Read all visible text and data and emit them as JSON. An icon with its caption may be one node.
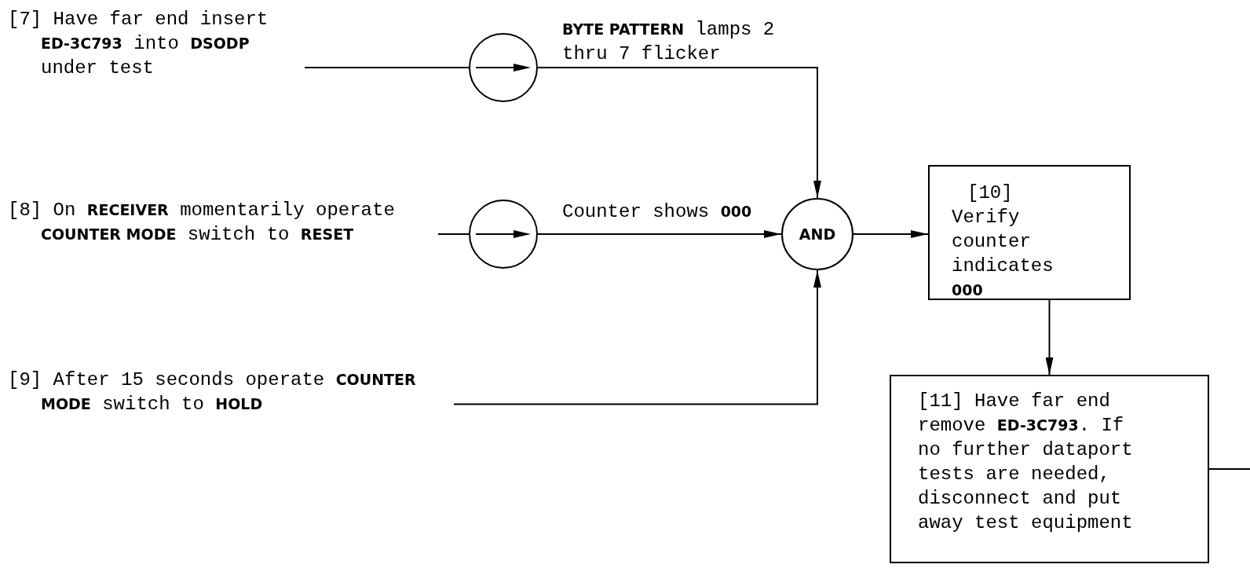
{
  "diagram": {
    "nodes": [
      {
        "text": [
          "[7] Have far end insert **ED-3C793** into **DSODP** under test"
        ]
      },
      {
        "text": [],
        "shape": "circle"
      },
      {
        "text": [
          "[8] On **RECEIVER** momentarily operate **COUNTER MODE** switch to **RESET**"
        ]
      },
      {
        "text": [],
        "shape": "circle"
      },
      {
        "text": [
          "[9] After 15 seconds operate **COUNTER MODE** switch to **HOLD**"
        ]
      },
      {
        "text": [
          "AND"
        ]
      },
      {
        "text": [
          "[10] Verify counter indicates **000**"
        ]
      },
      {
        "text": [
          "[11] Have far end remove **ED-3C793**. If no further dataport tests are needed, disconnect and put away test equipment"
        ]
      }
    ],
    "edges": [
      {
        "from": 0,
        "to": 1,
        "arrow": "none"
      },
      {
        "from": 1,
        "to": 5,
        "arrow": "to",
        "label": "**BYTE PATTERN** lamps 2 thru 7 flicker"
      },
      {
        "from": 2,
        "to": 3,
        "arrow": "none"
      },
      {
        "from": 3,
        "to": 5,
        "arrow": "to",
        "label": "Counter shows **000**"
      },
      {
        "from": 4,
        "to": 5,
        "arrow": "to"
      },
      {
        "from": 5,
        "to": 6,
        "arrow": "to"
      },
      {
        "from": 6,
        "to": 7,
        "arrow": "to"
      },
      {
        "from": 7,
        "to": null,
        "arrow": "none"
      }
    ]
  }
}
